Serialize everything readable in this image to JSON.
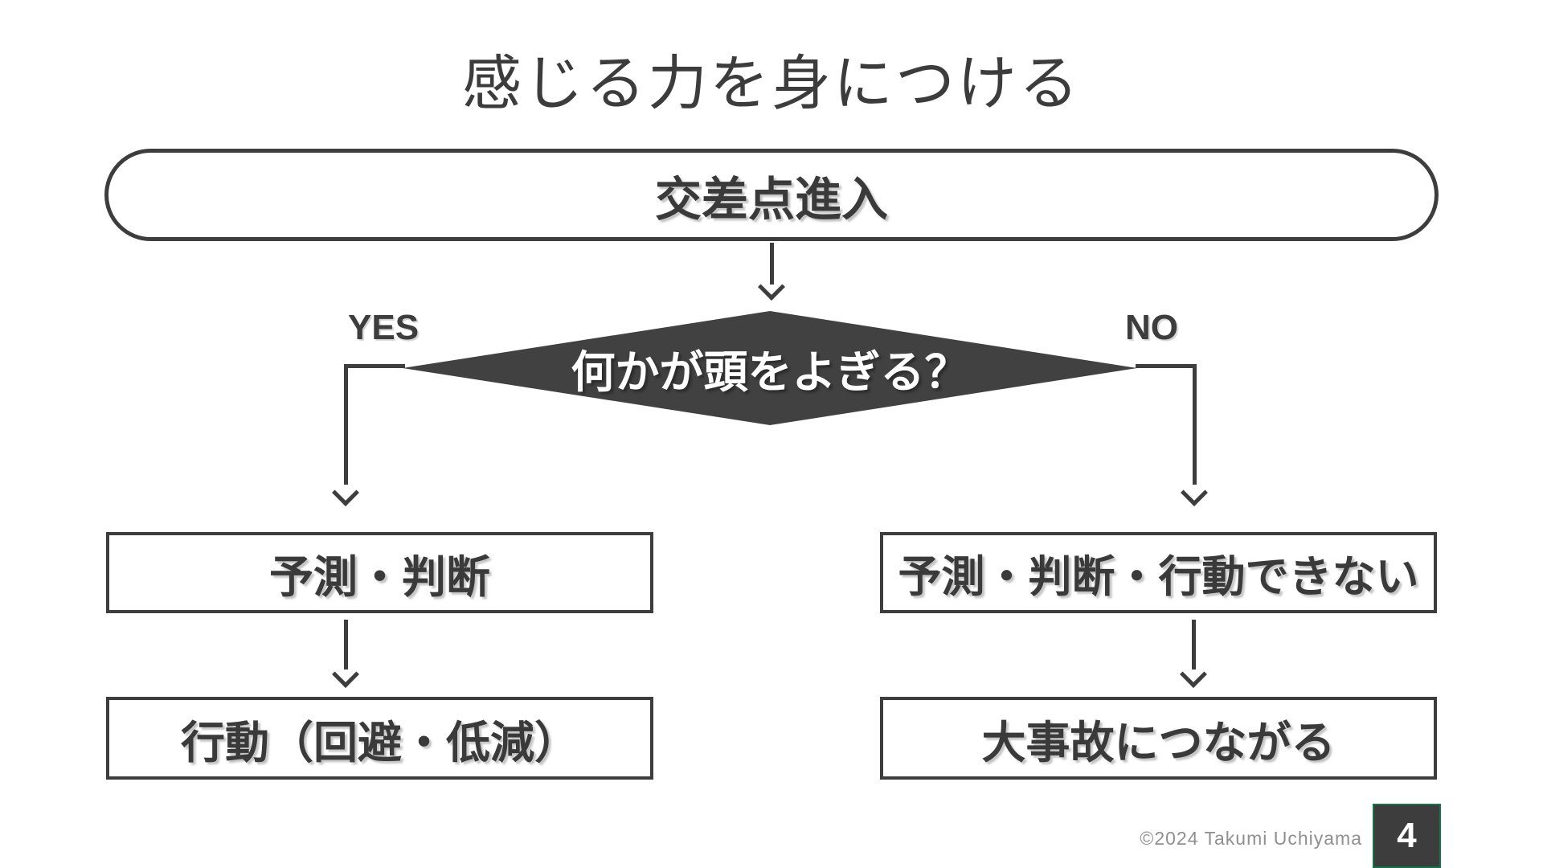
{
  "slide": {
    "title": "感じる力を身につける",
    "copyright": "©2024 Takumi Uchiyama",
    "page_number": "4"
  },
  "flowchart": {
    "start": "交差点進入",
    "decision": "何かが頭をよぎる？",
    "yes_label": "YES",
    "no_label": "NO",
    "yes_branch": [
      "予測・判断",
      "行動（回避・低減）"
    ],
    "no_branch": [
      "予測・判断・行動できない",
      "大事故につながる"
    ]
  },
  "colors": {
    "ink": "#3d3d3d",
    "diamond_fill": "#414141",
    "decision_text": "#ffffff",
    "copyright_gray": "#8f8f8f",
    "page_box_fill": "#3d3d3d",
    "page_box_border": "#17724a",
    "background": "#ffffff"
  }
}
